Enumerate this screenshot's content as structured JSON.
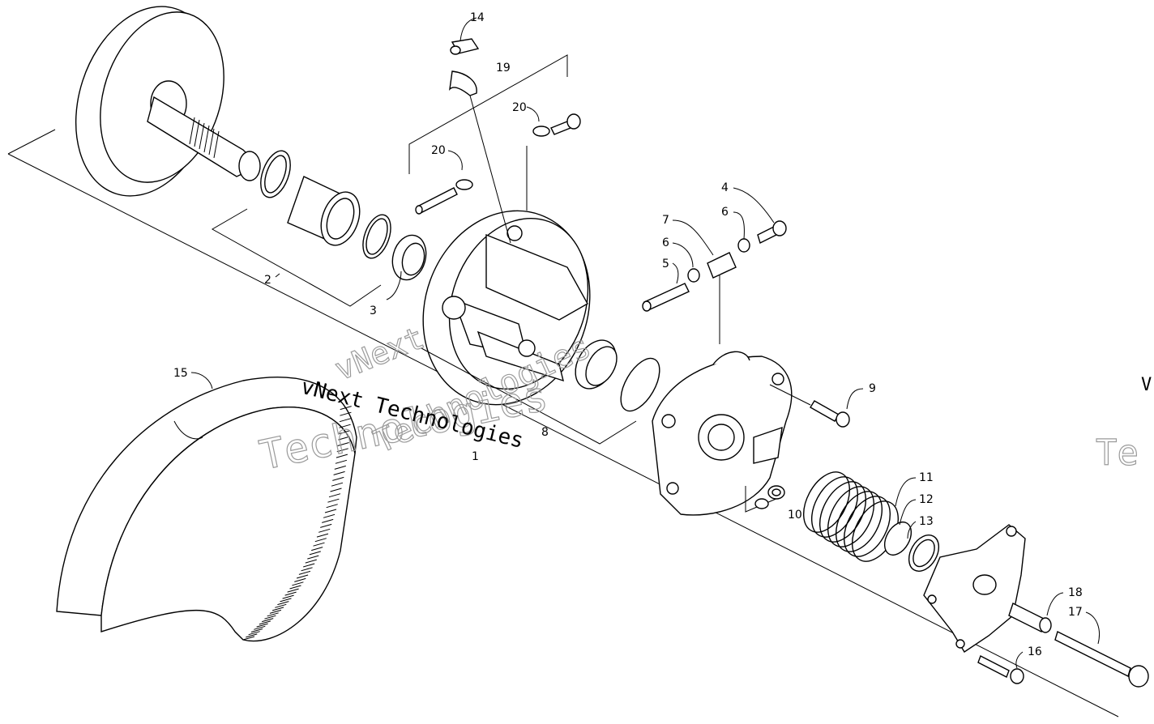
{
  "callouts": [
    "1",
    "2",
    "3",
    "4",
    "5",
    "6",
    "6",
    "7",
    "8",
    "9",
    "10",
    "11",
    "12",
    "13",
    "14",
    "15",
    "16",
    "17",
    "18",
    "19",
    "20",
    "20"
  ],
  "watermark": {
    "company": "vNext Technologies",
    "word_vnext": "vNext",
    "word_technologies": "Technologies",
    "edge_fragment_top": "V",
    "edge_fragment_bottom": "Te"
  }
}
